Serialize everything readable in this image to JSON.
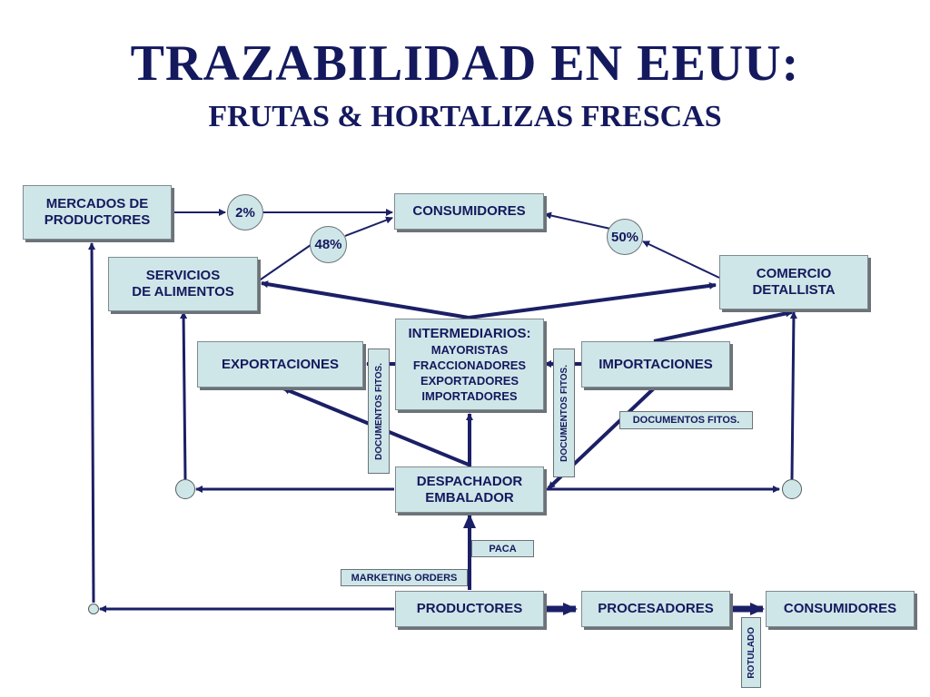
{
  "title": "TRAZABILIDAD EN EEUU:",
  "subtitle": "FRUTAS & HORTALIZAS FRESCAS",
  "boxes": {
    "mercados": [
      "MERCADOS DE",
      "PRODUCTORES"
    ],
    "consumidores_top": "CONSUMIDORES",
    "servicios": [
      "SERVICIOS",
      "DE ALIMENTOS"
    ],
    "comercio": [
      "COMERCIO",
      "DETALLISTA"
    ],
    "intermediarios_title": "INTERMEDIARIOS:",
    "intermediarios_items": [
      "MAYORISTAS",
      "FRACCIONADORES",
      "EXPORTADORES",
      "IMPORTADORES"
    ],
    "exportaciones": "EXPORTACIONES",
    "importaciones": "IMPORTACIONES",
    "despachador": [
      "DESPACHADOR",
      "EMBALADOR"
    ],
    "productores": "PRODUCTORES",
    "procesadores": "PROCESADORES",
    "consumidores_bottom": "CONSUMIDORES"
  },
  "percentages": {
    "mercados_share": "2%",
    "servicios_share": "48%",
    "comercio_share": "50%"
  },
  "labels": {
    "documentos_fitos_left": "DOCUMENTOS FITOS.",
    "documentos_fitos_mid": "DOCUMENTOS FITOS.",
    "documentos_fitos_right": "DOCUMENTOS FITOS.",
    "paca": "PACA",
    "marketing_orders": "MARKETING ORDERS",
    "rotulado": "ROTULADO"
  },
  "colors": {
    "arrow": "#1b1f66",
    "box_fill": "#cfe6e8",
    "title": "#14195e"
  }
}
